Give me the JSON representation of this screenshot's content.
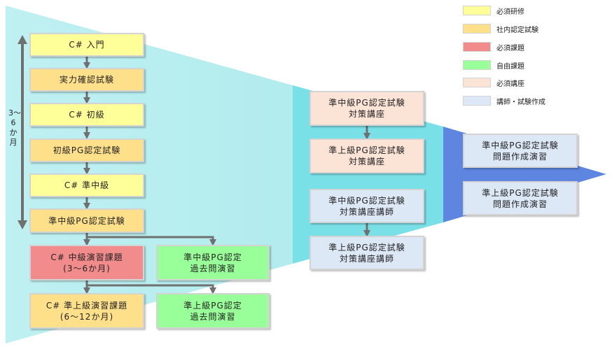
{
  "legend": [
    {
      "label": "必須研修",
      "color": "#ffff99"
    },
    {
      "label": "社内認定試験",
      "color": "#ffe08a"
    },
    {
      "label": "必須課題",
      "color": "#f28b8b"
    },
    {
      "label": "自由課題",
      "color": "#99ff99"
    },
    {
      "label": "必須講座",
      "color": "#fbe3d6"
    },
    {
      "label": "講師・試験作成",
      "color": "#dde8f7"
    }
  ],
  "duration_label": "3〜6か月",
  "nodes": {
    "c_intro": {
      "line1": "C# 入門"
    },
    "skill_exam": {
      "line1": "実力確認試験"
    },
    "c_beginner": {
      "line1": "C# 初級"
    },
    "beginner_pg_exam": {
      "line1": "初級PG認定試験"
    },
    "c_pre_intermediate": {
      "line1": "C# 準中級"
    },
    "pre_intermediate_pg_exam": {
      "line1": "準中級PG認定試験"
    },
    "c_intermediate_exercise": {
      "line1": "C# 中級演習課題",
      "line2": "(3〜6か月)"
    },
    "pre_intermediate_past_exam": {
      "line1": "準中級PG認定",
      "line2": "過去問演習"
    },
    "c_pre_advanced_exercise": {
      "line1": "C# 準上級演習課題",
      "line2": "(6〜12か月)"
    },
    "pre_advanced_past_exam": {
      "line1": "準上級PG認定",
      "line2": "過去問演習"
    },
    "pre_intermediate_course": {
      "line1": "準中級PG認定試験",
      "line2": "対策講座"
    },
    "pre_advanced_course": {
      "line1": "準上級PG認定試験",
      "line2": "対策講座"
    },
    "pre_intermediate_instructor": {
      "line1": "準中級PG認定試験",
      "line2": "対策講座講師"
    },
    "pre_advanced_instructor": {
      "line1": "準上級PG認定試験",
      "line2": "対策講座講師"
    },
    "pre_intermediate_authoring": {
      "line1": "準中級PG認定試験",
      "line2": "問題作成演習"
    },
    "pre_advanced_authoring": {
      "line1": "準上級PG認定試験",
      "line2": "問題作成演習"
    }
  }
}
